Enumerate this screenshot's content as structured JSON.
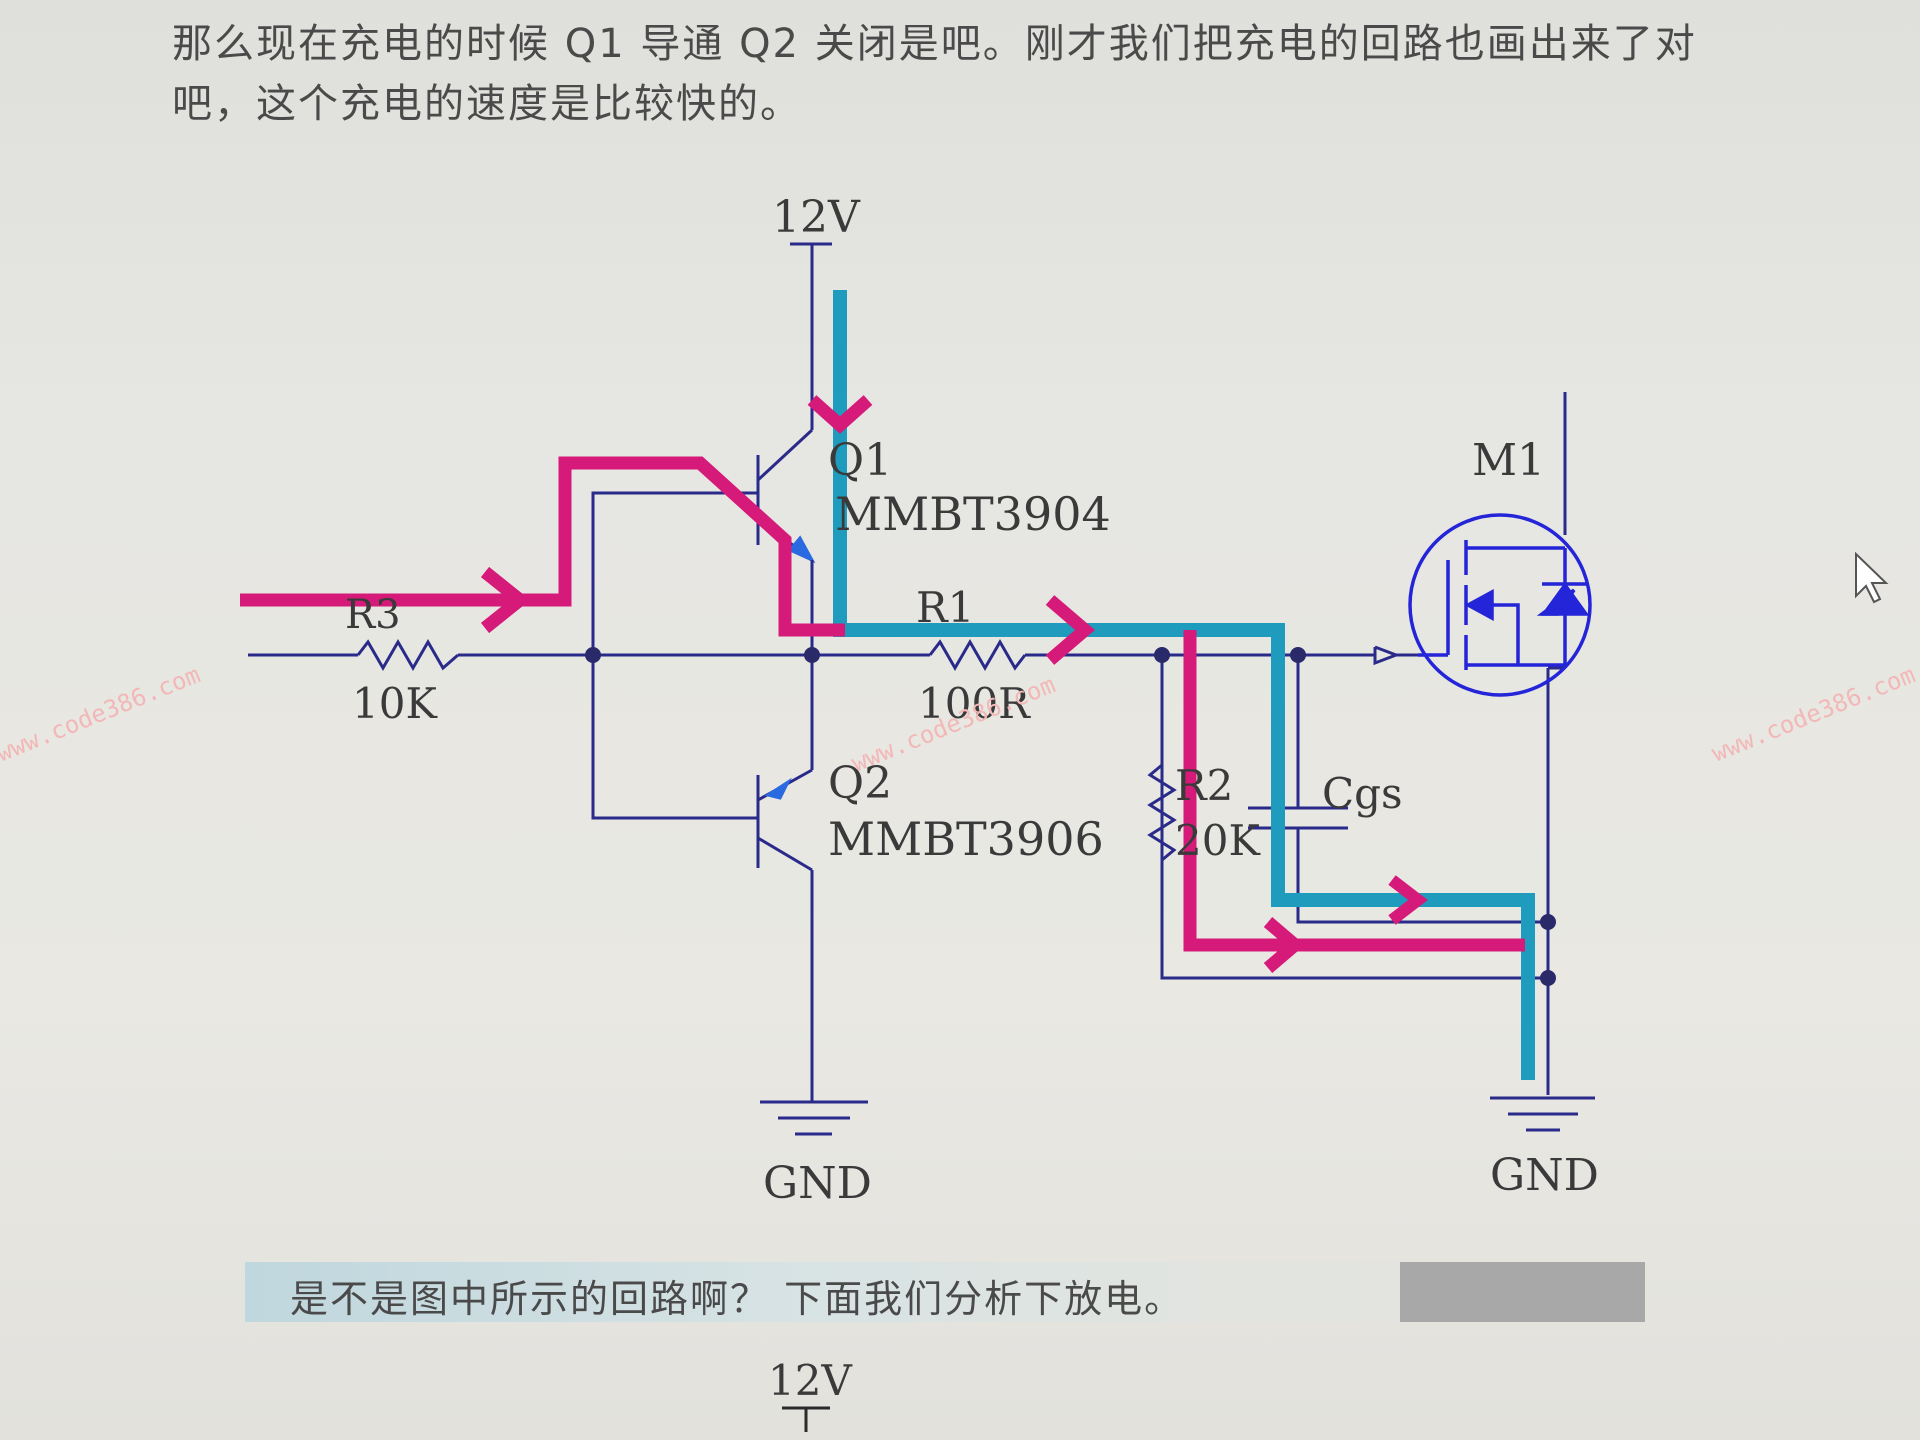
{
  "paragraph": {
    "line1": "那么现在充电的时候 Q1 导通 Q2 关闭是吧。刚才我们把充电的回路也画出来了对",
    "line2": "吧，这个充电的速度是比较快的。"
  },
  "caption": "是不是图中所示的回路啊？ 下面我们分析下放电。",
  "schematic": {
    "vcc_label": "12V",
    "r3_name": "R3",
    "r3_value": "10K",
    "r1_name": "R1",
    "r1_value": "100R",
    "q1_name": "Q1",
    "q1_part": "MMBT3904",
    "q2_name": "Q2",
    "q2_part": "MMBT3906",
    "r2_name": "R2",
    "r2_value": "20K",
    "cgs_label": "Cgs",
    "mosfet_name": "M1",
    "gnd_left": "GND",
    "gnd_right": "GND",
    "bottom_vcc_label": "12V"
  },
  "watermark": "www.code386.com",
  "colors": {
    "wire": "#2a2a8a",
    "pink_path": "#d61a7a",
    "cyan_path": "#1e9bbd",
    "mosfet_blue": "#2424d8"
  }
}
